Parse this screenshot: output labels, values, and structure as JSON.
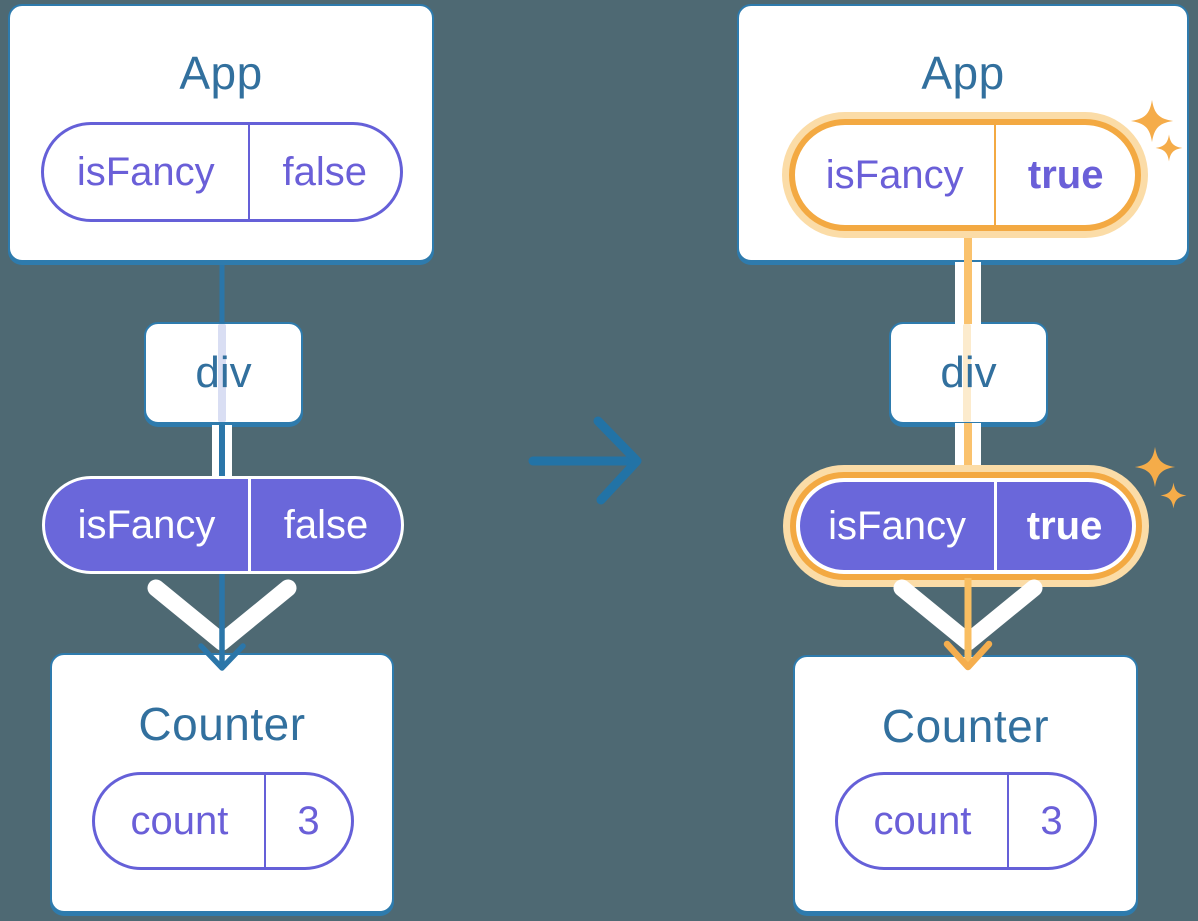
{
  "before": {
    "app": {
      "title": "App",
      "prop": {
        "name": "isFancy",
        "value": "false"
      }
    },
    "container": {
      "label": "div"
    },
    "passed_prop": {
      "name": "isFancy",
      "value": "false"
    },
    "counter": {
      "title": "Counter",
      "state": {
        "name": "count",
        "value": "3"
      }
    }
  },
  "after": {
    "app": {
      "title": "App",
      "prop": {
        "name": "isFancy",
        "value": "true"
      }
    },
    "container": {
      "label": "div"
    },
    "passed_prop": {
      "name": "isFancy",
      "value": "true"
    },
    "counter": {
      "title": "Counter",
      "state": {
        "name": "count",
        "value": "3"
      }
    }
  },
  "icons": {
    "transition_arrow": "arrow-right-icon",
    "sparkles": "sparkle-icon"
  },
  "colors": {
    "background": "#4E6973",
    "card_border_blue": "#2E7BAD",
    "title_blue": "#32709E",
    "line_blue": "#2B76A9",
    "purple_fill": "#6A67DA",
    "purple_text": "#6A5FD8",
    "purple_border": "#6560D8",
    "orange_ring": "#F3A942",
    "orange_halo": "#FBDCA7",
    "orange_line": "#FAC26D",
    "sparkle_orange": "#F5AC49",
    "stripe_lavender": "#D9DEF3",
    "stripe_pale_orange": "#FCEBCD",
    "white": "#FFFFFF"
  }
}
